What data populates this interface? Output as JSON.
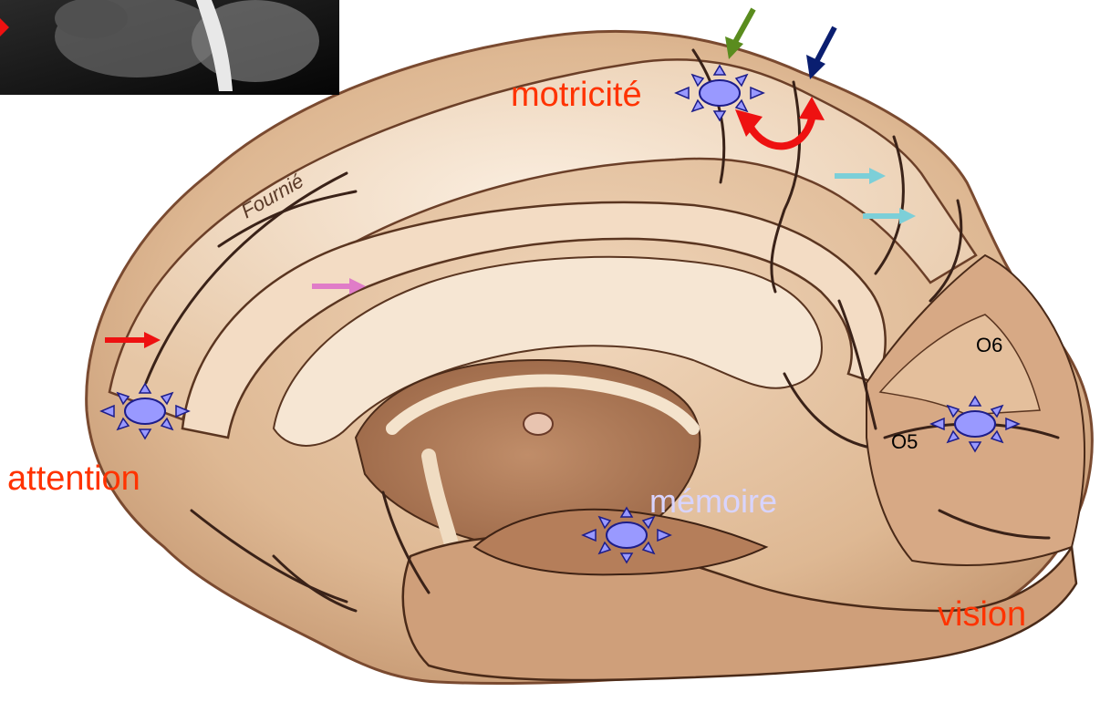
{
  "colors": {
    "background": "#ffffff",
    "brain_outer": "#e3bf9c",
    "brain_gyrus": "#f1d8bf",
    "brain_highlight": "#f8eadb",
    "brain_shadow": "#b88764",
    "brain_deep": "#a7724f",
    "sulcus": "#3a2218",
    "label_red": "#ff3300",
    "label_lavender": "#d8d4ff",
    "label_black": "#000000",
    "star_fill": "#9999ff",
    "star_stroke": "#1d1d8a",
    "arrow_red": "#ee1111",
    "arrow_pink": "#e07cc8",
    "arrow_cyan": "#7ccfd8",
    "arrow_green": "#5a8c1e",
    "arrow_navy": "#0a1e70",
    "curved_arrow": "#ee1111",
    "inset_bg": "#0a0a0a"
  },
  "labels": {
    "motricite": "motricité",
    "attention": "attention",
    "memoire": "mémoire",
    "vision": "vision",
    "o6": "O6",
    "o5": "O5"
  },
  "signature": "Fournié",
  "icons": {
    "activation": "activation-star-icon",
    "arrow": "arrow-icon",
    "bidirectional": "curved-double-arrow-icon"
  }
}
